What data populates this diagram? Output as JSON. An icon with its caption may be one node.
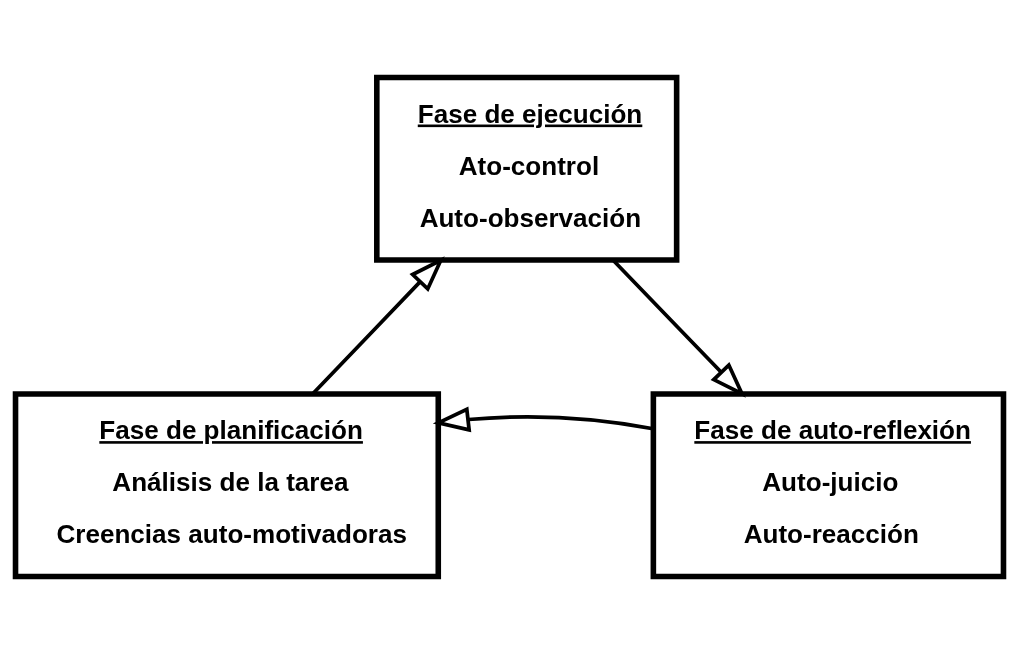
{
  "diagram": {
    "nodes": [
      {
        "text": [
          "Fase de ejecución",
          "Ato-control",
          "Auto-observación"
        ]
      },
      {
        "text": [
          "Fase de auto-reflexión",
          "Auto-juicio",
          "Auto-reacción"
        ]
      },
      {
        "text": [
          "Fase de planificación",
          "Análisis de la tarea",
          "Creencias auto-motivadoras"
        ]
      }
    ],
    "edges": [
      {
        "from": 2,
        "to": 0,
        "arrow": "to"
      },
      {
        "from": 0,
        "to": 1,
        "arrow": "to"
      },
      {
        "from": 1,
        "to": 2,
        "arrow": "to"
      }
    ]
  }
}
